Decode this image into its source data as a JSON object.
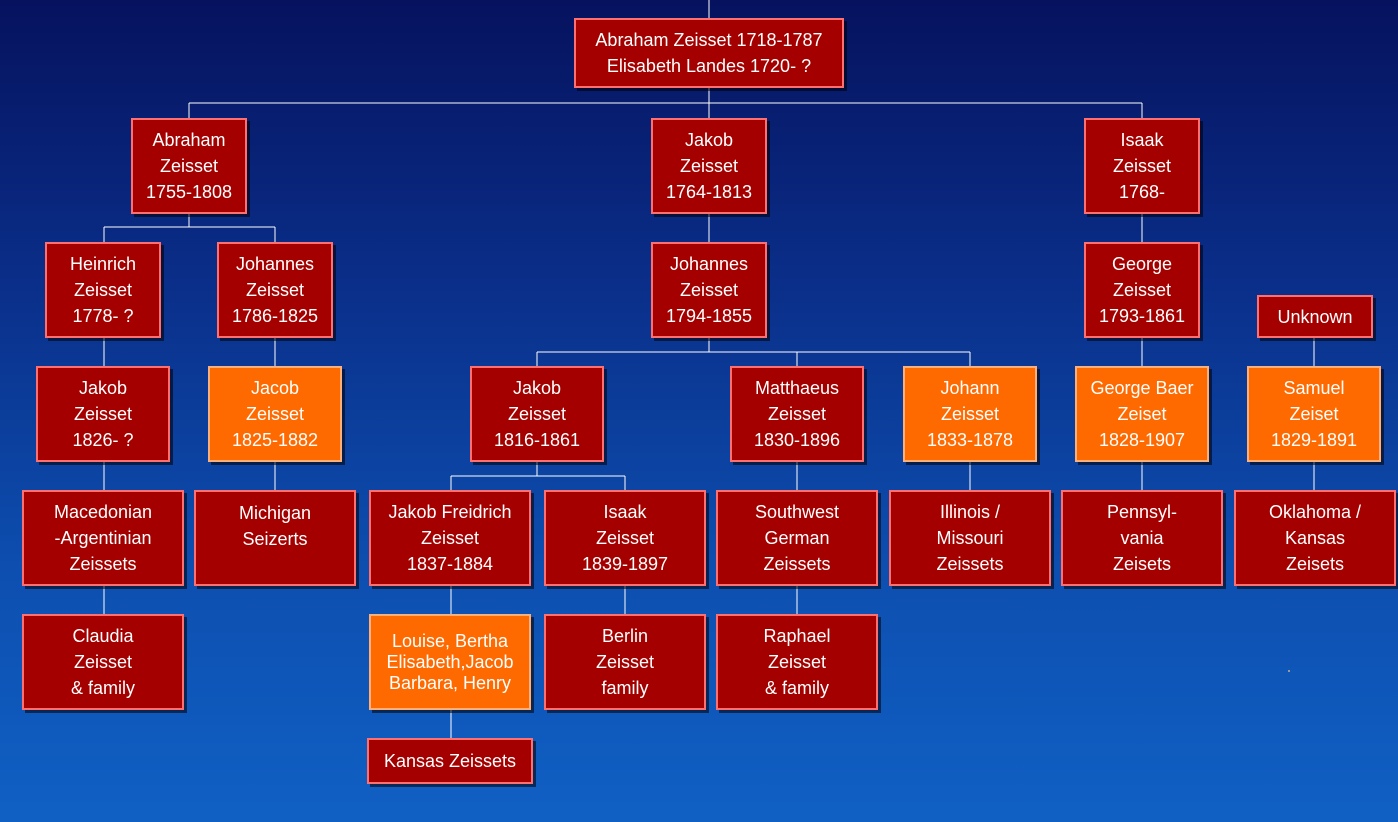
{
  "diagram": {
    "title": "",
    "colors": {
      "dark": "#a40000",
      "orange": "#ff6a00",
      "connector": "#ffffff"
    },
    "nodes": {
      "root": {
        "lines": [
          "Abraham Zeisset 1718-1787",
          "Elisabeth Landes 1720- ?"
        ],
        "style": "dark"
      },
      "abraham1755": {
        "lines": [
          "Abraham",
          "Zeisset",
          "1755-1808"
        ],
        "style": "dark"
      },
      "jakob1764": {
        "lines": [
          "Jakob",
          "Zeisset",
          "1764-1813"
        ],
        "style": "dark"
      },
      "isaak1768": {
        "lines": [
          "Isaak",
          "Zeisset",
          "1768-"
        ],
        "style": "dark"
      },
      "heinrich1778": {
        "lines": [
          "Heinrich",
          "Zeisset",
          "1778- ?"
        ],
        "style": "dark"
      },
      "johannes1786": {
        "lines": [
          "Johannes",
          "Zeisset",
          "1786-1825"
        ],
        "style": "dark"
      },
      "johannes1794": {
        "lines": [
          "Johannes",
          "Zeisset",
          "1794-1855"
        ],
        "style": "dark"
      },
      "george1793": {
        "lines": [
          "George",
          "Zeisset",
          "1793-1861"
        ],
        "style": "dark"
      },
      "unknown": {
        "lines": [
          "Unknown"
        ],
        "style": "dark"
      },
      "jakob1826": {
        "lines": [
          "Jakob",
          "Zeisset",
          "1826- ?"
        ],
        "style": "dark"
      },
      "jacob1825": {
        "lines": [
          "Jacob",
          "Zeisset",
          "1825-1882"
        ],
        "style": "orange"
      },
      "jakob1816": {
        "lines": [
          "Jakob",
          "Zeisset",
          "1816-1861"
        ],
        "style": "dark"
      },
      "matthaeus1830": {
        "lines": [
          "Matthaeus",
          "Zeisset",
          "1830-1896"
        ],
        "style": "dark"
      },
      "johann1833": {
        "lines": [
          "Johann",
          "Zeisset",
          "1833-1878"
        ],
        "style": "orange"
      },
      "georgebaer1828": {
        "lines": [
          "George Baer",
          "Zeiset",
          "1828-1907"
        ],
        "style": "orange"
      },
      "samuel1829": {
        "lines": [
          "Samuel",
          "Zeiset",
          "1829-1891"
        ],
        "style": "orange"
      },
      "macedonian": {
        "lines": [
          "Macedonian",
          "-Argentinian",
          "Zeissets"
        ],
        "style": "dark"
      },
      "michigan": {
        "lines": [
          "Michigan",
          "Seizerts"
        ],
        "style": "dark"
      },
      "jakobfriedrich": {
        "lines": [
          "Jakob Freidrich",
          "Zeisset",
          "1837-1884"
        ],
        "style": "dark"
      },
      "isaak1839": {
        "lines": [
          "Isaak",
          "Zeisset",
          "1839-1897"
        ],
        "style": "dark"
      },
      "southwest": {
        "lines": [
          "Southwest",
          "German",
          "Zeissets"
        ],
        "style": "dark"
      },
      "illinois": {
        "lines": [
          "Illinois /",
          "Missouri",
          "Zeissets"
        ],
        "style": "dark"
      },
      "pennsylvania": {
        "lines": [
          "Pennsyl-",
          "vania",
          "Zeisets"
        ],
        "style": "dark"
      },
      "oklahoma": {
        "lines": [
          "Oklahoma /",
          "Kansas",
          "Zeisets"
        ],
        "style": "dark"
      },
      "claudia": {
        "lines": [
          "Claudia",
          "Zeisset",
          "& family"
        ],
        "style": "dark"
      },
      "louise": {
        "lines": [
          "Louise, Bertha",
          "Elisabeth,Jacob",
          "Barbara, Henry"
        ],
        "style": "orange"
      },
      "berlin": {
        "lines": [
          "Berlin",
          "Zeisset",
          "family"
        ],
        "style": "dark"
      },
      "raphael": {
        "lines": [
          "Raphael",
          "Zeisset",
          "& family"
        ],
        "style": "dark"
      },
      "kansas": {
        "lines": [
          "Kansas Zeissets"
        ],
        "style": "dark"
      }
    }
  }
}
